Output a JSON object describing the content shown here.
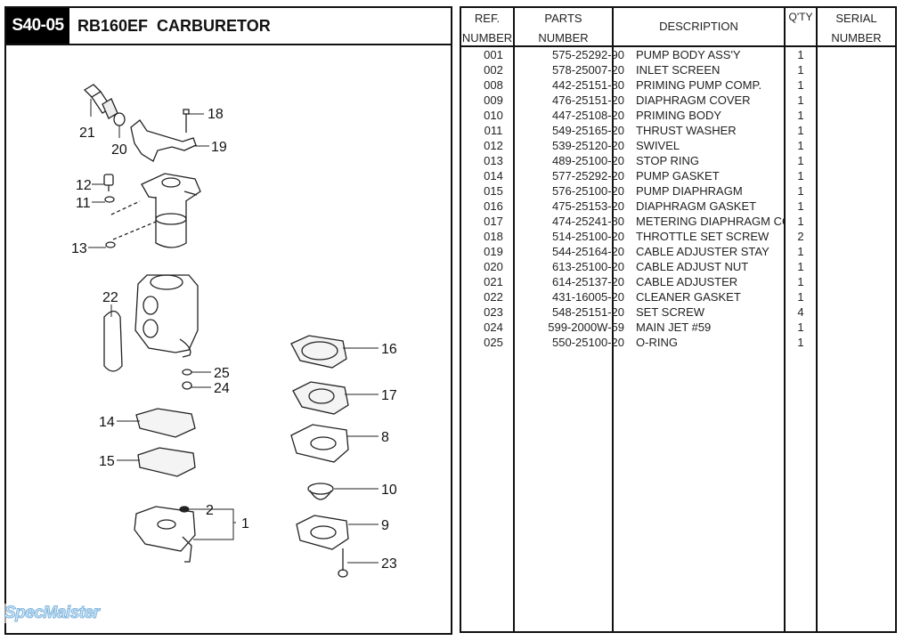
{
  "header": {
    "section_code": "S40-05",
    "title": "RB160EF  CARBURETOR"
  },
  "watermark": "SpecMaister",
  "diagram": {
    "callouts": [
      "21",
      "20",
      "18",
      "19",
      "12",
      "11",
      "13",
      "22",
      "25",
      "24",
      "16",
      "17",
      "8",
      "14",
      "15",
      "10",
      "2",
      "1",
      "9",
      "23"
    ]
  },
  "table": {
    "headers": {
      "ref": [
        "REF.",
        "NUMBER"
      ],
      "parts": [
        "PARTS",
        "NUMBER"
      ],
      "description": "DESCRIPTION",
      "qty": "Q'TY",
      "serial": [
        "SERIAL",
        "NUMBER"
      ]
    },
    "rows": [
      {
        "ref": "001",
        "part": "575-25292-90",
        "description": "PUMP BODY ASS'Y",
        "qty": "1",
        "serial": ""
      },
      {
        "ref": "002",
        "part": "578-25007-20",
        "description": "INLET SCREEN",
        "qty": "1",
        "serial": ""
      },
      {
        "ref": "008",
        "part": "442-25151-80",
        "description": "PRIMING PUMP COMP.",
        "qty": "1",
        "serial": ""
      },
      {
        "ref": "009",
        "part": "476-25151-20",
        "description": "DIAPHRAGM COVER",
        "qty": "1",
        "serial": ""
      },
      {
        "ref": "010",
        "part": "447-25108-20",
        "description": "PRIMING BODY",
        "qty": "1",
        "serial": ""
      },
      {
        "ref": "011",
        "part": "549-25165-20",
        "description": "THRUST WASHER",
        "qty": "1",
        "serial": ""
      },
      {
        "ref": "012",
        "part": "539-25120-20",
        "description": "SWIVEL",
        "qty": "1",
        "serial": ""
      },
      {
        "ref": "013",
        "part": "489-25100-20",
        "description": "STOP RING",
        "qty": "1",
        "serial": ""
      },
      {
        "ref": "014",
        "part": "577-25292-20",
        "description": "PUMP GASKET",
        "qty": "1",
        "serial": ""
      },
      {
        "ref": "015",
        "part": "576-25100-20",
        "description": "PUMP DIAPHRAGM",
        "qty": "1",
        "serial": ""
      },
      {
        "ref": "016",
        "part": "475-25153-20",
        "description": "DIAPHRAGM GASKET",
        "qty": "1",
        "serial": ""
      },
      {
        "ref": "017",
        "part": "474-25241-80",
        "description": "METERING DIAPHRAGM CO",
        "qty": "1",
        "serial": ""
      },
      {
        "ref": "018",
        "part": "514-25100-20",
        "description": "THROTTLE SET SCREW",
        "qty": "2",
        "serial": ""
      },
      {
        "ref": "019",
        "part": "544-25164-20",
        "description": "CABLE ADJUSTER STAY",
        "qty": "1",
        "serial": ""
      },
      {
        "ref": "020",
        "part": "613-25100-20",
        "description": "CABLE ADJUST NUT",
        "qty": "1",
        "serial": ""
      },
      {
        "ref": "021",
        "part": "614-25137-20",
        "description": "CABLE ADJUSTER",
        "qty": "1",
        "serial": ""
      },
      {
        "ref": "022",
        "part": "431-16005-20",
        "description": "CLEANER GASKET",
        "qty": "1",
        "serial": ""
      },
      {
        "ref": "023",
        "part": "548-25151-20",
        "description": "SET SCREW",
        "qty": "4",
        "serial": ""
      },
      {
        "ref": "024",
        "part": "599-2000W-59",
        "description": "MAIN JET #59",
        "qty": "1",
        "serial": ""
      },
      {
        "ref": "025",
        "part": "550-25100-20",
        "description": "O-RING",
        "qty": "1",
        "serial": ""
      }
    ]
  }
}
